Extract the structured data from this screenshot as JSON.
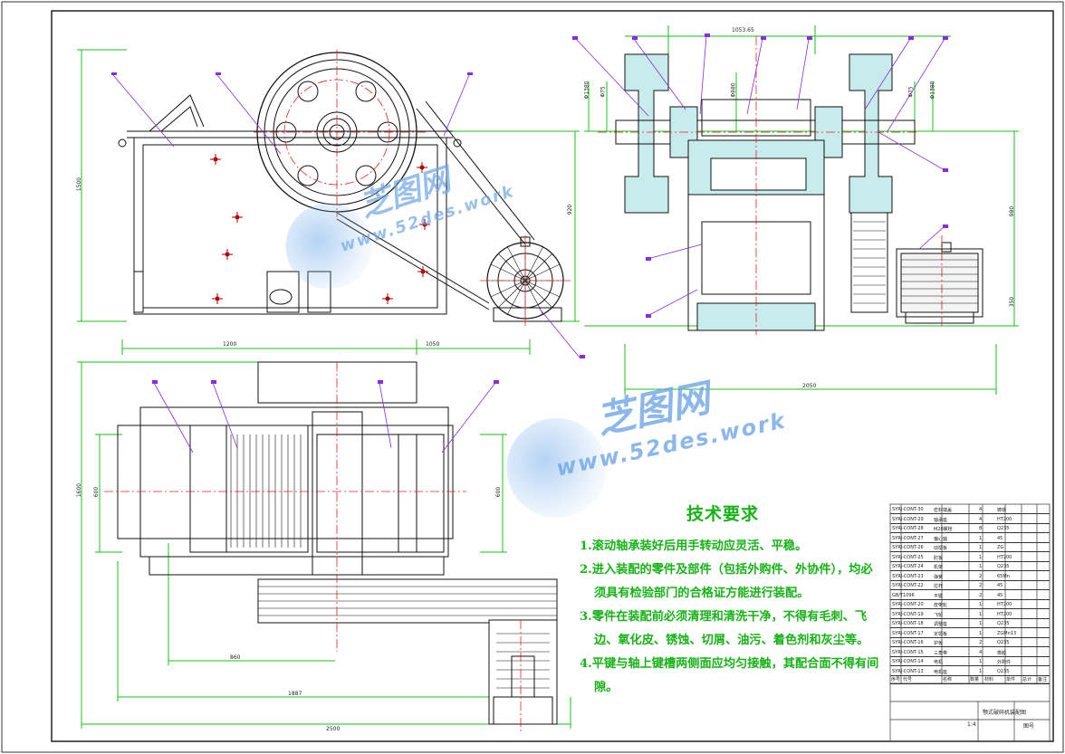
{
  "watermark": {
    "cn": "芝图网",
    "en": "www.52des.work"
  },
  "tech": {
    "title": "技术要求",
    "items": [
      "1.滚动轴承装好后用手转动应灵活、平稳。",
      "2.进入装配的零件及部件（包括外购件、外协件），均必",
      "须具有检验部门的合格证方能进行装配。",
      "3.零件在装配前必须清理和清洗干净，不得有毛刺、飞",
      "边、氧化皮、锈蚀、切屑、油污、着色剂和灰尘等。",
      "4.平键与轴上键槽两侧面应均匀接触，其配合面不得有间",
      "隙。"
    ]
  },
  "dims": {
    "front_bottom_left": "1200",
    "front_bottom_right": "1050",
    "front_height": "1500",
    "front_mid_v": "920",
    "side_top": "1053.65",
    "side_right_v1": "980",
    "side_right_v2": "350",
    "side_bottom": "2050",
    "side_left_v1": "Φ1380",
    "side_left_v2": "Φ75",
    "side_mid_v": "Φ880",
    "side_right_v3": "Φ75",
    "side_right_v4": "Φ1380",
    "plan_left_v1": "1600",
    "plan_left_v2": "600",
    "plan_right_v": "600",
    "plan_bot1": "860",
    "plan_bot2": "1887",
    "plan_bot3": "2500"
  },
  "bom": {
    "rows": [
      [
        "SYRJ-CONT-30",
        "密封端盖",
        "4",
        "铸铁"
      ],
      [
        "SYRJ-CONT-29",
        "轴承座",
        "4",
        "HT200"
      ],
      [
        "SYRJ-CONT-28",
        "M20螺栓",
        "8",
        "Q235"
      ],
      [
        "SYRJ-CONT-27",
        "偏心轴",
        "1",
        "45"
      ],
      [
        "SYRJ-CONT-26",
        "动颚板",
        "1",
        "ZG"
      ],
      [
        "SYRJ-CONT-25",
        "肘板",
        "1",
        "HT200"
      ],
      [
        "SYRJ-CONT-24",
        "机架",
        "1",
        "Q235"
      ],
      [
        "SYRJ-CONT-23",
        "弹簧",
        "2",
        "65Mn"
      ],
      [
        "SYRJ-CONT-22",
        "拉杆",
        "2",
        "45"
      ],
      [
        "GB/T1096",
        "平键",
        "2",
        "45"
      ],
      [
        "SYRJ-CONT-20",
        "皮带轮",
        "1",
        "HT200"
      ],
      [
        "SYRJ-CONT-19",
        "飞轮",
        "1",
        "HT200"
      ],
      [
        "SYRJ-CONT-18",
        "调整座",
        "1",
        "Q235"
      ],
      [
        "SYRJ-CONT-17",
        "定颚板",
        "1",
        "ZGMn13"
      ],
      [
        "SYRJ-CONT-16",
        "护板",
        "2",
        "Q235"
      ],
      [
        "SYRJ-CONT-15",
        "三角带",
        "4",
        "橡胶"
      ],
      [
        "SYRJ-CONT-14",
        "电机",
        "1",
        "外购件"
      ],
      [
        "SYRJ-CONT-13",
        "电机座",
        "1",
        "Q235"
      ]
    ],
    "header": [
      "序号",
      "代号",
      "名称",
      "数量",
      "材料",
      "单件",
      "总计",
      "备注"
    ],
    "title_block": "颚式破碎机装配图",
    "scale": "1:4",
    "sheet": "图号"
  }
}
